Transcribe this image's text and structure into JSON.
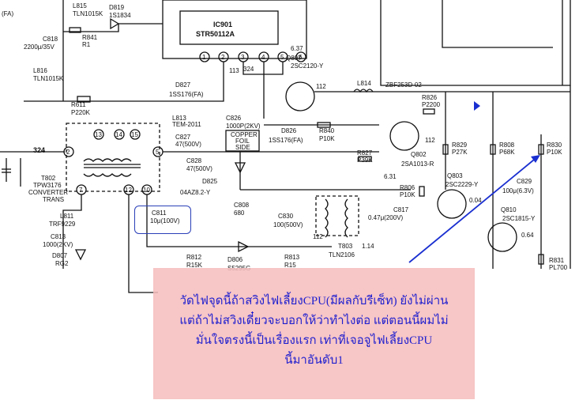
{
  "components": {
    "top_left": "(FA)",
    "ic901": "IC901",
    "ic901_part": "STR50112A",
    "l815": "L815",
    "l815_val": "TLN1015K",
    "d819": "D819",
    "d819_part": "1S1834",
    "c818": "C818",
    "c818_val": "2200μ/35V",
    "r841": "R841",
    "r841_val": "R1",
    "l816": "L816",
    "l816_val": "TLN1015K",
    "r611": "R611",
    "r611_val": "P220K",
    "q807": "Q807",
    "q807_part": "2SC2120-Y",
    "d827": "D827",
    "d827_part": "1SS176(FA)",
    "n113": "113",
    "n324a": "324",
    "n112": "112",
    "l814": "L814",
    "zbf": "ZBF253D-02",
    "r826": "R826",
    "r826_val": "P2200",
    "l813": "L813",
    "l813_val": "TEM-2011",
    "c826": "C826",
    "c826_val": "1000P(2KV)",
    "copper": "COPPER",
    "foil": "FOIL",
    "side": "SIDE",
    "r840": "R840",
    "r840_val": "P10K",
    "c827": "C827",
    "c827_val": "47(500V)",
    "c828": "C828",
    "c828_val": "47(500V)",
    "d826": "D826",
    "d826_part": "1SS176(FA)",
    "q802": "Q802",
    "q802_part": "2SA1013-R",
    "r827": "R827",
    "r827_val": "P39K",
    "r829": "R829",
    "r829_val": "P27K",
    "r808": "R808",
    "r808_val": "P68K",
    "r830": "R830",
    "r830_val": "P10K",
    "n324b": "324",
    "t802": "T802",
    "t802_part": "TPW3176",
    "converter": "CONVERTER",
    "trans": "TRANS",
    "d825": "D825",
    "d825_part": "04AZ8.2-Y",
    "n631": "6.31",
    "q803": "Q803",
    "q803_part": "2SC2229-Y",
    "c829": "C829",
    "c829_val": "100μ(6.3V)",
    "r806": "R806",
    "r806_val": "P10K",
    "c808": "C808",
    "c808_val": "680",
    "c830": "C830",
    "c830_val": "100(500V)",
    "c817": "C817",
    "c817_val": "0.47μ(200V)",
    "n004": "0.04",
    "q810": "Q810",
    "q810_part": "2SC1815-Y",
    "n064": "0.64",
    "l811": "L811",
    "l811_val": "TRF9229",
    "c813": "C813",
    "c813_val": "1000(2KV)",
    "d807": "D807",
    "d807_part": "RG2",
    "c811": "C811",
    "c811_val": "10μ(100V)",
    "r812": "R812",
    "r812_val": "R15K",
    "d806": "D806",
    "d806_part": "S5295G",
    "r813": "R813",
    "r813_val": "R15",
    "t803": "T803",
    "t803_part": "TLN2106",
    "n114": "1.14",
    "n1126": "112",
    "r831": "R831",
    "r831_val": "PL700",
    "pin1": "1",
    "pin2": "2",
    "pin3": "3",
    "pin4": "4",
    "pin5": "5",
    "pin6": "6",
    "tpin2": "2",
    "tpin5": "5",
    "tpin7": "7",
    "tpin10": "10",
    "tpin12": "12",
    "tpin13": "13",
    "tpin14": "14",
    "tpin15": "15",
    "n112b": "112",
    "n137": "6.37"
  },
  "annotation": {
    "line1": "วัดไฟจุดนี้ถ้าสวิงไฟเลี้ยงCPU(มีผลกับรีเซ็ท) ยังไม่ผ่าน",
    "line2": "แต่ถ้าไม่สวิงเดี๋ยวจะบอกให้ว่าทำไงต่อ แต่ตอนนี้ผมไม่",
    "line3": "มั่นใจตรงนี้เป็นเรื่องแรก เท่าที่เจอจูไฟเลี้ยงCPU",
    "line4": "นี้มาอันดับ1"
  },
  "colors": {
    "annotation_bg": "#f6bcbc",
    "annotation_text": "#1f1fcf",
    "arrow": "#1a2fd0"
  }
}
